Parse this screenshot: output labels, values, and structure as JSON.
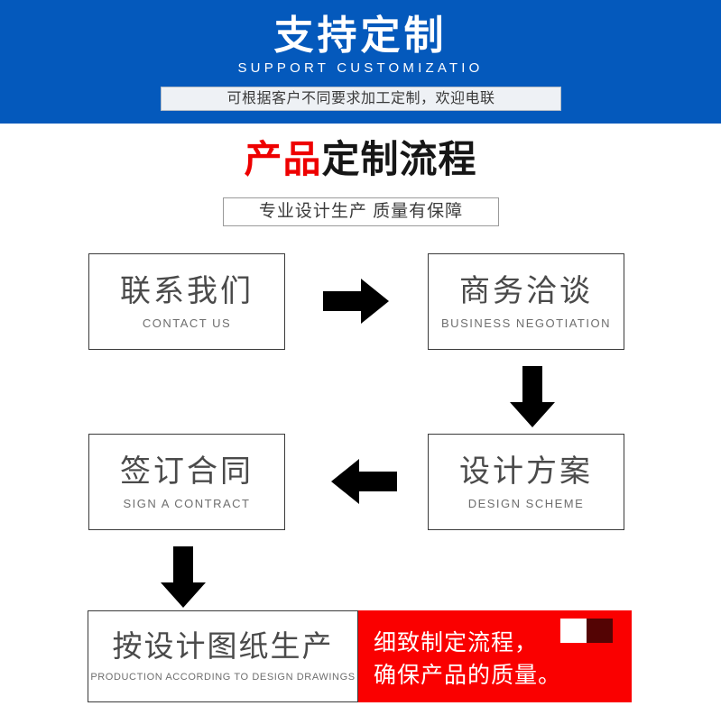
{
  "banner": {
    "title": "支持定制",
    "subtitle": "SUPPORT CUSTOMIZATIO",
    "pill_text": "可根据客户不同要求加工定制，欢迎电联",
    "bg_color": "#0459bc"
  },
  "section": {
    "title_red": "产品",
    "title_dark": "定制流程",
    "subtitle": "专业设计生产 质量有保障",
    "title_red_color": "#ee0000",
    "title_dark_color": "#161616"
  },
  "flow": {
    "steps": [
      {
        "cn": "联系我们",
        "en": "CONTACT US"
      },
      {
        "cn": "商务洽谈",
        "en": "BUSINESS  NEGOTIATION"
      },
      {
        "cn": "设计方案",
        "en": "DESIGN  SCHEME"
      },
      {
        "cn": "签订合同",
        "en": "SIGN A CONTRACT"
      },
      {
        "cn": "按设计图纸生产",
        "en": "PRODUCTION ACCORDING TO DESIGN DRAWINGS"
      }
    ],
    "arrows": [
      {
        "name": "arrow-right-icon",
        "direction": "right"
      },
      {
        "name": "arrow-down-icon",
        "direction": "down"
      },
      {
        "name": "arrow-left-icon",
        "direction": "left"
      },
      {
        "name": "arrow-down-icon",
        "direction": "down"
      }
    ]
  },
  "callout": {
    "line1": "细致制定流程，",
    "line2": "确保产品的质量。",
    "bg_color": "#fa0000",
    "square_light_color": "#ffffff",
    "square_dark_color": "#540404"
  }
}
